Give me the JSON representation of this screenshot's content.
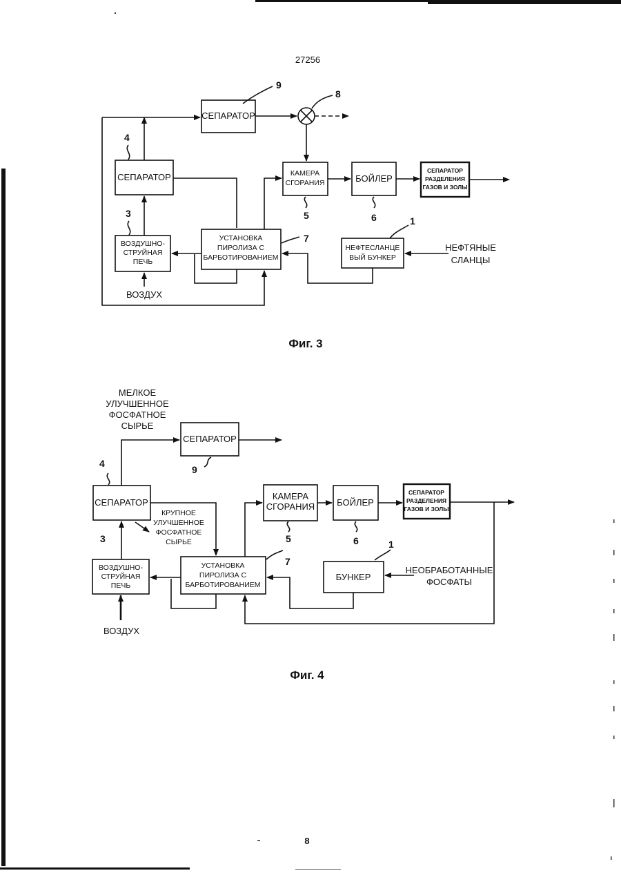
{
  "header": {
    "doc_number": "27256",
    "page_number": "8"
  },
  "fig3": {
    "caption": "Фиг. 3",
    "separator_top": "СЕПАРАТОР",
    "separator_left": "СЕПАРАТОР",
    "furnace": [
      "ВОЗДУШНО-",
      "СТРУЙНАЯ",
      "ПЕЧЬ"
    ],
    "pyrolysis": [
      "УСТАНОВКА",
      "ПИРОЛИЗА С",
      "БАРБОТИРОВАНИЕМ"
    ],
    "combustion": [
      "КАМЕРА",
      "СГОРАНИЯ"
    ],
    "boiler": "БОЙЛЕР",
    "gas_separator": [
      "СЕПАРАТОР",
      "РАЗДЕЛЕНИЯ",
      "ГАЗОВ И ЗОЛЫ"
    ],
    "bunker": [
      "НЕФТЕСЛАНЦЕ",
      "ВЫЙ БУНКЕР"
    ],
    "feed": [
      "НЕФТЯНЫЕ",
      "СЛАНЦЫ"
    ],
    "air": "ВОЗДУХ",
    "ref_numbers": {
      "separator_top": "9",
      "mixer": "8",
      "separator_left": "4",
      "furnace": "3",
      "pyrolysis": "7",
      "combustion": "5",
      "boiler": "6",
      "bunker": "1"
    }
  },
  "fig4": {
    "caption": "Фиг. 4",
    "fine_product": [
      "МЕЛКОЕ",
      "УЛУЧШЕННОЕ",
      "ФОСФАТНОЕ",
      "СЫРЬЕ"
    ],
    "coarse_product": [
      "КРУПНОЕ",
      "УЛУЧШЕННОЕ",
      "ФОСФАТНОЕ",
      "СЫРЬЕ"
    ],
    "separator_top": "СЕПАРАТОР",
    "separator_left": "СЕПАРАТОР",
    "furnace": [
      "ВОЗДУШНО-",
      "СТРУЙНАЯ",
      "ПЕЧЬ"
    ],
    "pyrolysis": [
      "УСТАНОВКА",
      "ПИРОЛИЗА С",
      "БАРБОТИРОВАНИЕМ"
    ],
    "combustion": [
      "КАМЕРА",
      "СГОРАНИЯ"
    ],
    "boiler": "БОЙЛЕР",
    "gas_separator": [
      "СЕПАРАТОР",
      "РАЗДЕЛЕНИЯ",
      "ГАЗОВ И ЗОЛЫ"
    ],
    "bunker": "БУНКЕР",
    "feed": [
      "НЕОБРАБОТАННЫЕ",
      "ФОСФАТЫ"
    ],
    "air": "ВОЗДУХ",
    "ref_numbers": {
      "separator_top": "9",
      "separator_left": "4",
      "furnace": "3",
      "pyrolysis": "7",
      "combustion": "5",
      "boiler": "6",
      "bunker": "1"
    }
  }
}
